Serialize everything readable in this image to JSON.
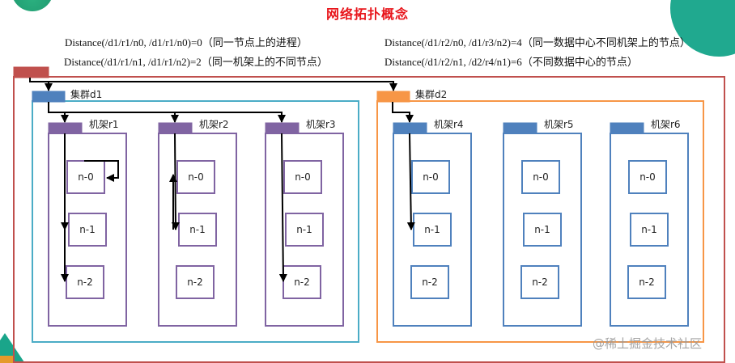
{
  "title": "网络拓扑概念",
  "formulas": [
    {
      "expr": "Distance(/d1/r1/n0, /d1/r1/n0)=0",
      "note": "（同一节点上的进程）"
    },
    {
      "expr": "Distance(/d1/r1/n1, /d1/r1/n2)=2",
      "note": "（同一机架上的不同节点）"
    },
    {
      "expr": "Distance(/d1/r2/n0, /d1/r3/n2)=4",
      "note": "（同一数据中心不同机架上的节点）"
    },
    {
      "expr": "Distance(/d1/r2/n1, /d2/r4/n1)=6",
      "note": "（不同数据中心的节点）"
    }
  ],
  "colors": {
    "root": "#c0504d",
    "cluster_d1_header": "#4f81bd",
    "cluster_d1_border": "#4bacc6",
    "cluster_d2_header": "#f79646",
    "cluster_d2_border": "#f79646",
    "rack_d1": "#8064a2",
    "rack_d2": "#4f81bd",
    "title": "#e8161c"
  },
  "clusters": [
    {
      "label": "集群d1",
      "racks": [
        {
          "label": "机架r1",
          "nodes": [
            "n-0",
            "n-1",
            "n-2"
          ]
        },
        {
          "label": "机架r2",
          "nodes": [
            "n-0",
            "n-1",
            "n-2"
          ]
        },
        {
          "label": "机架r3",
          "nodes": [
            "n-0",
            "n-1",
            "n-2"
          ]
        }
      ]
    },
    {
      "label": "集群d2",
      "racks": [
        {
          "label": "机架r4",
          "nodes": [
            "n-0",
            "n-1",
            "n-2"
          ]
        },
        {
          "label": "机架r5",
          "nodes": [
            "n-0",
            "n-1",
            "n-2"
          ]
        },
        {
          "label": "机架r6",
          "nodes": [
            "n-0",
            "n-1",
            "n-2"
          ]
        }
      ]
    }
  ],
  "watermark": "@稀土掘金技术社区"
}
